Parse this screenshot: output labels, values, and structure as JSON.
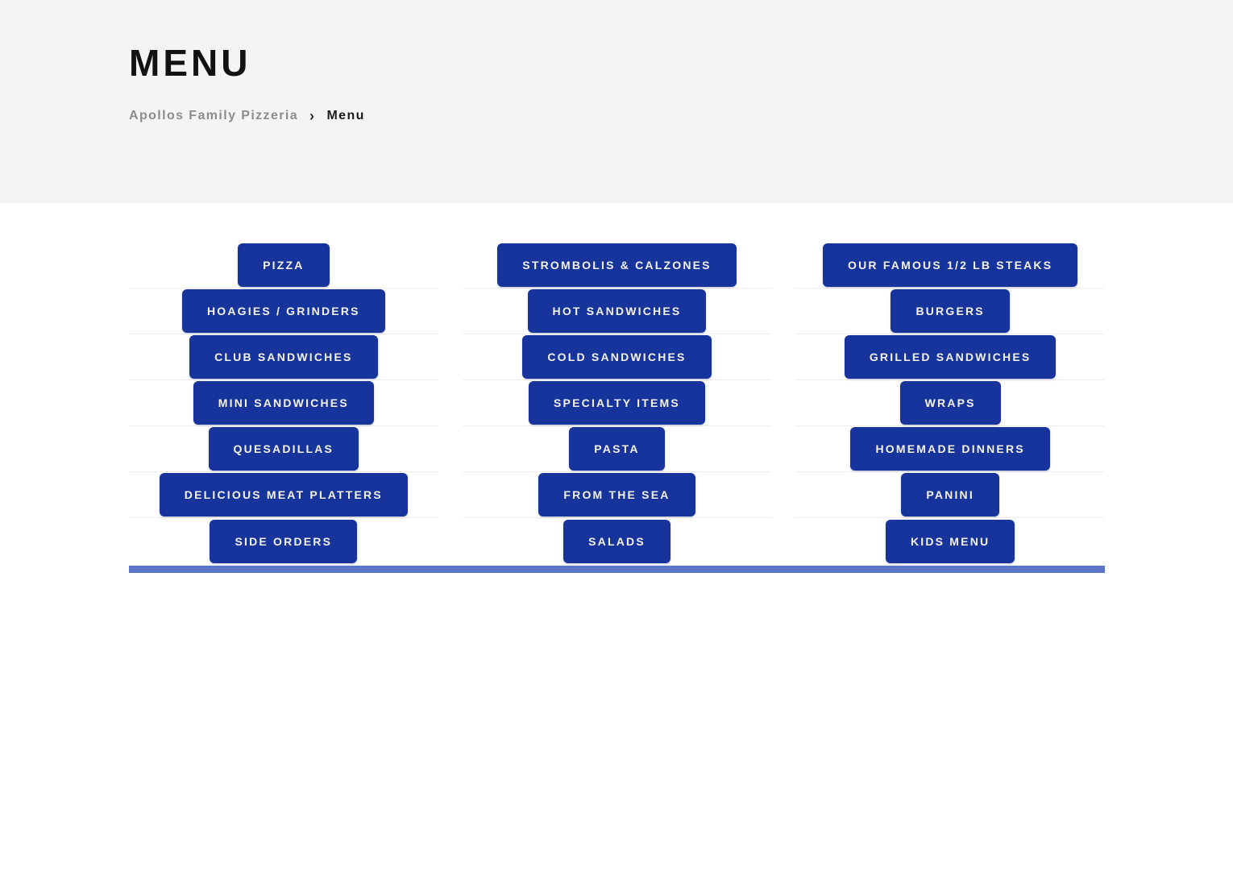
{
  "header": {
    "title": "MENU",
    "breadcrumb": {
      "home": "Apollos Family Pizzeria",
      "separator": "›",
      "current": "Menu"
    }
  },
  "menu": {
    "columns": [
      {
        "items": [
          "PIZZA",
          "HOAGIES / GRINDERS",
          "CLUB SANDWICHES",
          "MINI SANDWICHES",
          "QUESADILLAS",
          "DELICIOUS MEAT PLATTERS",
          "SIDE ORDERS"
        ]
      },
      {
        "items": [
          "STROMBOLIS & CALZONES",
          "HOT SANDWICHES",
          "COLD SANDWICHES",
          "SPECIALTY ITEMS",
          "PASTA",
          "FROM THE SEA",
          "SALADS"
        ]
      },
      {
        "items": [
          "OUR FAMOUS 1/2 LB STEAKS",
          "BURGERS",
          "GRILLED SANDWICHES",
          "WRAPS",
          "HOMEMADE DINNERS",
          "PANINI",
          "KIDS MENU"
        ]
      }
    ]
  },
  "colors": {
    "header_bg": "#f4f4f4",
    "button_bg": "#16349b",
    "button_text": "#f5f3ee",
    "accent_bar": "#5b76c9",
    "row_divider": "#ededed",
    "breadcrumb_link": "#8c8c8c",
    "text_dark": "#1c1c1c"
  }
}
